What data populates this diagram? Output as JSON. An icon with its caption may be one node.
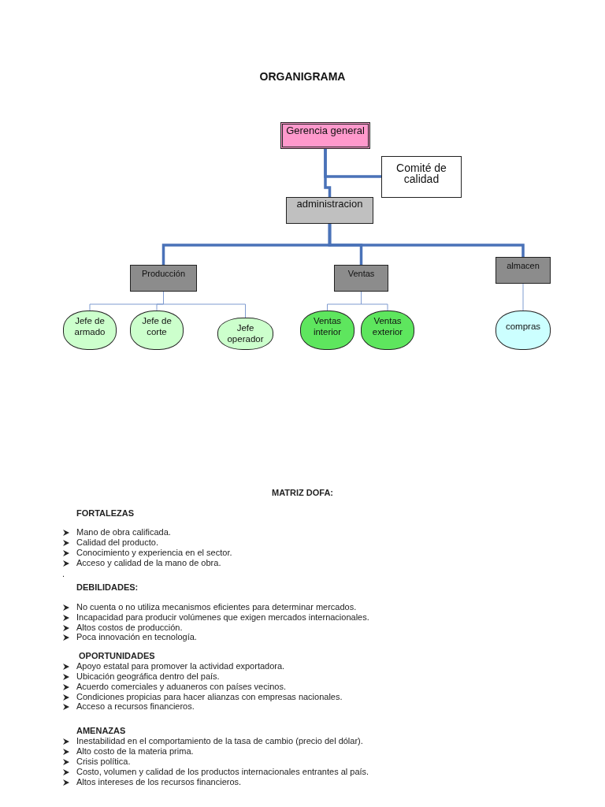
{
  "diagram": {
    "title": "ORGANIGRAMA",
    "nodes": [
      {
        "text": [
          "Gerencia general"
        ]
      },
      {
        "text": [
          "Comité de calidad"
        ]
      },
      {
        "text": [
          "administracion"
        ]
      },
      {
        "text": [
          "Producción"
        ]
      },
      {
        "text": [
          "Ventas"
        ]
      },
      {
        "text": [
          "almacen"
        ]
      },
      {
        "text": [
          "Jefe de armado"
        ]
      },
      {
        "text": [
          "Jefe de corte"
        ]
      },
      {
        "text": [
          "Jefe operador"
        ]
      },
      {
        "text": [
          "Ventas interior"
        ]
      },
      {
        "text": [
          "Ventas exterior"
        ]
      },
      {
        "text": [
          "compras"
        ]
      }
    ],
    "edges": [
      {
        "from": 0,
        "to": 2,
        "arrow": "none",
        "style": "thick"
      },
      {
        "from": 0,
        "to": 1,
        "arrow": "none",
        "style": "thick"
      },
      {
        "from": 2,
        "to": 3,
        "arrow": "none",
        "style": "thick"
      },
      {
        "from": 2,
        "to": 4,
        "arrow": "none",
        "style": "thick"
      },
      {
        "from": 2,
        "to": 5,
        "arrow": "none",
        "style": "thick"
      },
      {
        "from": 3,
        "to": 6,
        "arrow": "none"
      },
      {
        "from": 3,
        "to": 7,
        "arrow": "none"
      },
      {
        "from": 3,
        "to": 8,
        "arrow": "none"
      },
      {
        "from": 4,
        "to": 9,
        "arrow": "none"
      },
      {
        "from": 4,
        "to": 10,
        "arrow": "none"
      },
      {
        "from": 5,
        "to": 11,
        "arrow": "none"
      }
    ],
    "labels": [
      "MATRIZ DOFA:",
      "FORTALEZAS",
      "Mano de obra calificada.",
      "Calidad del producto.",
      "Conocimiento y experiencia en el sector.",
      "Acceso y calidad de la mano de obra.",
      ".",
      "DEBILIDADES:",
      "No cuenta o no utiliza mecanismos eficientes para determinar mercados.",
      "Incapacidad para producir volúmenes que exigen mercados internacionales.",
      "Altos costos de producción.",
      "Poca innovación en tecnología.",
      "OPORTUNIDADES",
      "Apoyo estatal para promover la actividad exportadora.",
      "Ubicación geográfica dentro del país.",
      "Acuerdo comerciales y aduaneros con países vecinos.",
      "Condiciones propicias para hacer alianzas con empresas nacionales.",
      "Acceso a recursos financieros.",
      "AMENAZAS",
      "Inestabilidad en el comportamiento de la tasa de cambio (precio del dólar).",
      "Alto costo de la materia prima.",
      "Crisis política.",
      "Costo, volumen y calidad de los productos internacionales entrantes al país.",
      "Altos intereses de los recursos financieros."
    ]
  }
}
